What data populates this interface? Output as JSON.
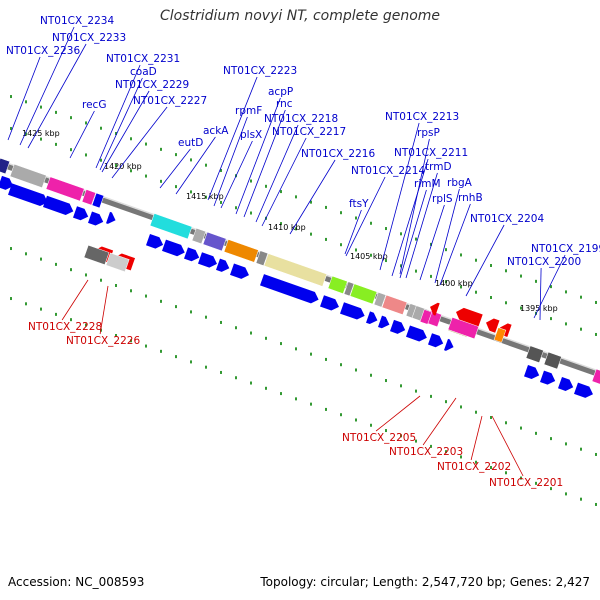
{
  "title": "Clostridium novyi NT, complete genome",
  "footer": {
    "accession": "Accession: NC_008593",
    "summary": "Topology: circular; Length: 2,547,720 bp; Genes: 2,427"
  },
  "kbp_labels": [
    "1425 kbp",
    "1420 kbp",
    "1415 kbp",
    "1410 kbp",
    "1405 kbp",
    "1400 kbp",
    "1395 kbp"
  ],
  "blue_labels": [
    "NT01CX_2234",
    "NT01CX_2233",
    "NT01CX_2236",
    "NT01CX_2231",
    "coaD",
    "NT01CX_2229",
    "recG",
    "NT01CX_2227",
    "NT01CX_2223",
    "rpmF",
    "acpP",
    "rnc",
    "plsX",
    "ackA",
    "eutD",
    "NT01CX_2218",
    "NT01CX_2217",
    "NT01CX_2216",
    "NT01CX_2213",
    "rpsP",
    "NT01CX_2211",
    "trmD",
    "NT01CX_2214",
    "rimM",
    "ftsY",
    "rbgA",
    "rplS",
    "rnhB",
    "NT01CX_2204",
    "NT01CX_2199",
    "NT01CX_2200"
  ],
  "red_labels": [
    "NT01CX_2228",
    "NT01CX_2226",
    "NT01CX_2205",
    "NT01CX_2203",
    "NT01CX_2202",
    "NT01CX_2201"
  ],
  "colors": {
    "blue_label": "#0000cc",
    "red_label": "#cc0000",
    "axis": "#888888"
  }
}
